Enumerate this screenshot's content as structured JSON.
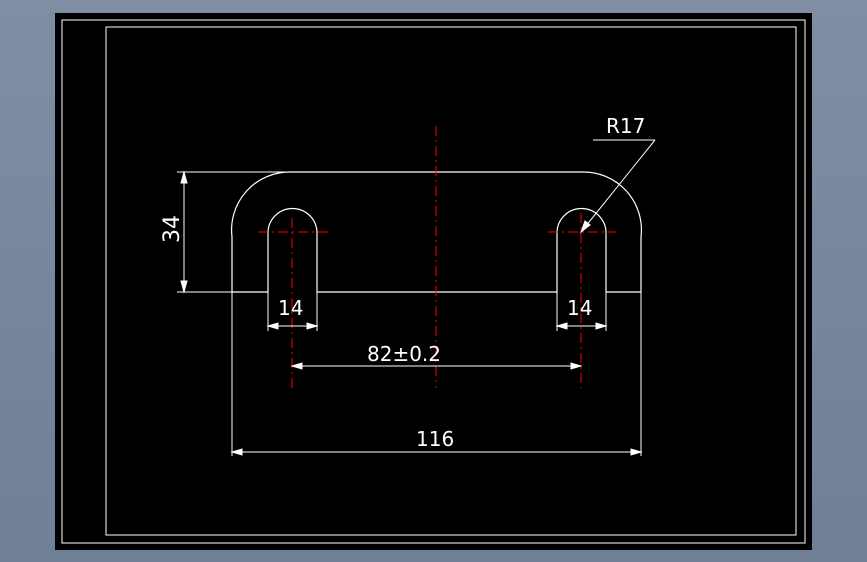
{
  "drawing": {
    "colors": {
      "background": "#000000",
      "geometry": "#ffffff",
      "centerline": "#ff0000",
      "frame_outer": "#ffffff",
      "frame_inner": "#ffffff"
    },
    "dimensions": {
      "height_label": "34",
      "slot_left_label": "14",
      "slot_right_label": "14",
      "center_distance_label": "82±0.2",
      "overall_width_label": "116",
      "radius_label": "R17"
    }
  }
}
